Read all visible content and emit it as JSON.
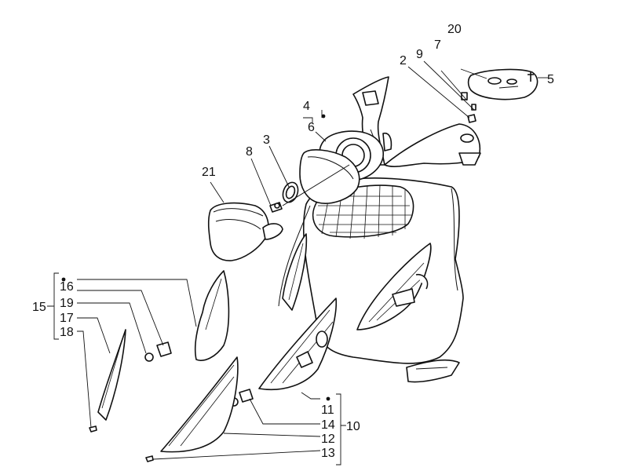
{
  "figure": {
    "kind": "exploded parts diagram",
    "callouts": [
      "2",
      "3",
      "4",
      "5",
      "6",
      "7",
      "8",
      "9",
      "10",
      "11",
      "12",
      "13",
      "14",
      "15",
      "16",
      "17",
      "18",
      "19",
      "20",
      "21"
    ]
  }
}
